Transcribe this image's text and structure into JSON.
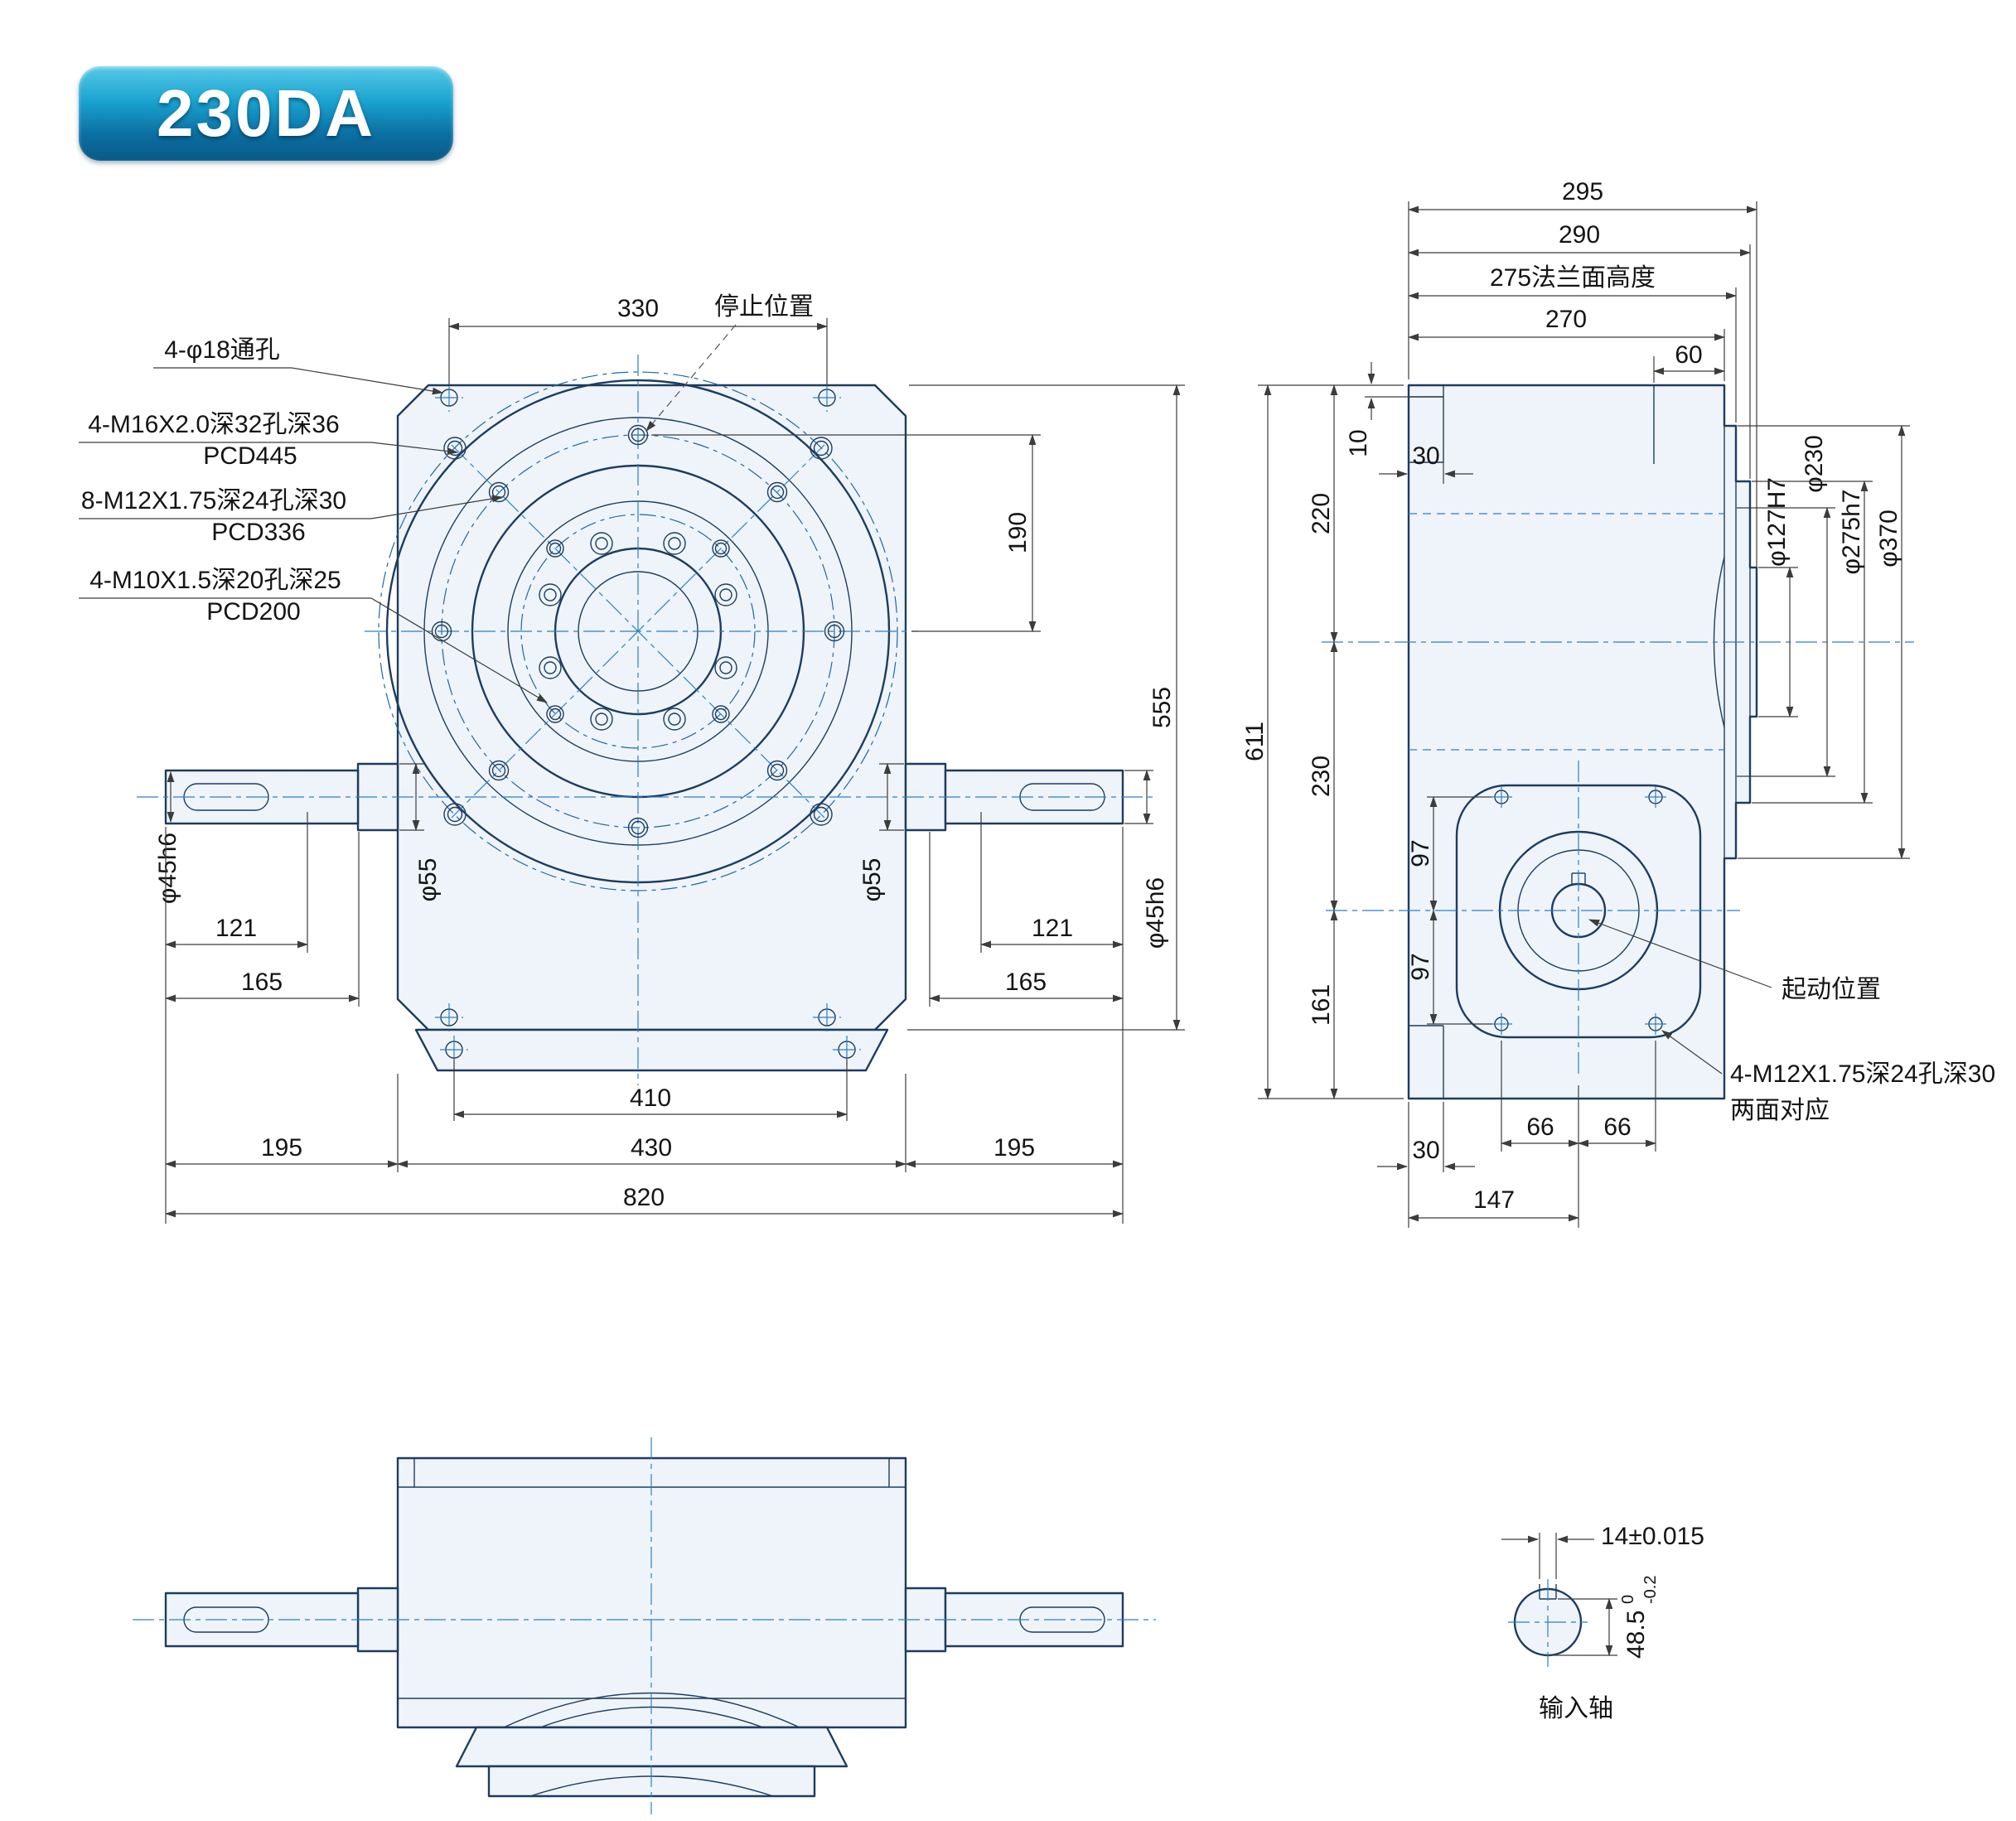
{
  "badge": {
    "label": "230DA"
  },
  "front_view": {
    "notes": {
      "stop_position": "停止位置",
      "through_holes": "4-φ18通孔",
      "m16": "4-M16X2.0深32孔深36",
      "m16_pcd": "PCD445",
      "m12": "8-M12X1.75深24孔深30",
      "m12_pcd": "PCD336",
      "m10": "4-M10X1.5深20孔深25",
      "m10_pcd": "PCD200"
    },
    "dims": {
      "d330": "330",
      "d190": "190",
      "d555": "555",
      "dia45_left": "φ45h6",
      "dia55_left": "φ55",
      "dia55_right": "φ55",
      "dia45_right": "φ45h6",
      "d121_left": "121",
      "d165_left": "165",
      "d121_right": "121",
      "d165_right": "165",
      "d410": "410",
      "d430": "430",
      "d195_left": "195",
      "d195_right": "195",
      "d820": "820"
    }
  },
  "side_view": {
    "notes": {
      "start_position": "起动位置",
      "m12": "4-M12X1.75深24孔深30",
      "m12_note": "两面对应"
    },
    "dims": {
      "d295": "295",
      "d290": "290",
      "d275": "275法兰面高度",
      "d270": "270",
      "d60": "60",
      "d10": "10",
      "d30_top": "30",
      "d220": "220",
      "d230": "230",
      "d161": "161",
      "d611": "611",
      "d97_upper": "97",
      "d97_lower": "97",
      "dia127": "φ127H7",
      "dia230": "φ230",
      "dia275": "φ275h7",
      "dia370": "φ370",
      "d30_bottom": "30",
      "d147": "147",
      "d66_left": "66",
      "d66_right": "66"
    }
  },
  "shaft_detail": {
    "dims": {
      "d14": "14±0.015",
      "d485": "48.5",
      "tol_upper": "0",
      "tol_lower": "-0.2"
    },
    "label": "输入轴"
  },
  "colors": {
    "outline": "#1e3c5f",
    "centerline": "#2f7fc1",
    "dimension": "#3c3c3c",
    "fill": "#eef4f9",
    "badge_light": "#4cc3e4",
    "badge_dark": "#0a6392"
  }
}
